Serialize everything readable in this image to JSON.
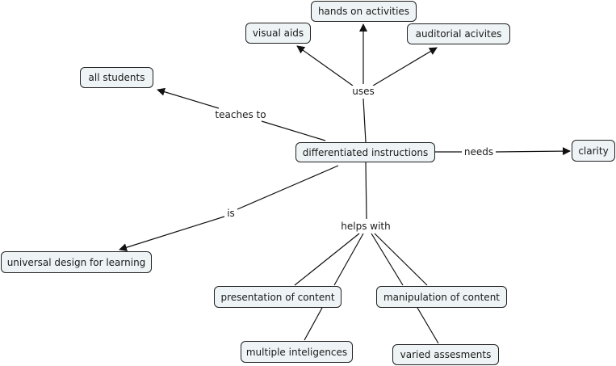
{
  "concept_map": {
    "nodes": {
      "center": "differentiated instructions",
      "hands_on": "hands on activities",
      "visual_aids": "visual aids",
      "auditorial": "auditorial acivites",
      "all_students": "all students",
      "clarity": "clarity",
      "udl": "universal design for learning",
      "presentation": "presentation of content",
      "manipulation": "manipulation of content",
      "multiple": "multiple inteligences",
      "varied": "varied assesments"
    },
    "links": {
      "uses": "uses",
      "teaches_to": "teaches to",
      "needs": "needs",
      "is": "is",
      "helps_with": "helps with"
    },
    "colors": {
      "node_fill": "#eef3f5",
      "node_border": "#222222",
      "line": "#111111"
    }
  }
}
